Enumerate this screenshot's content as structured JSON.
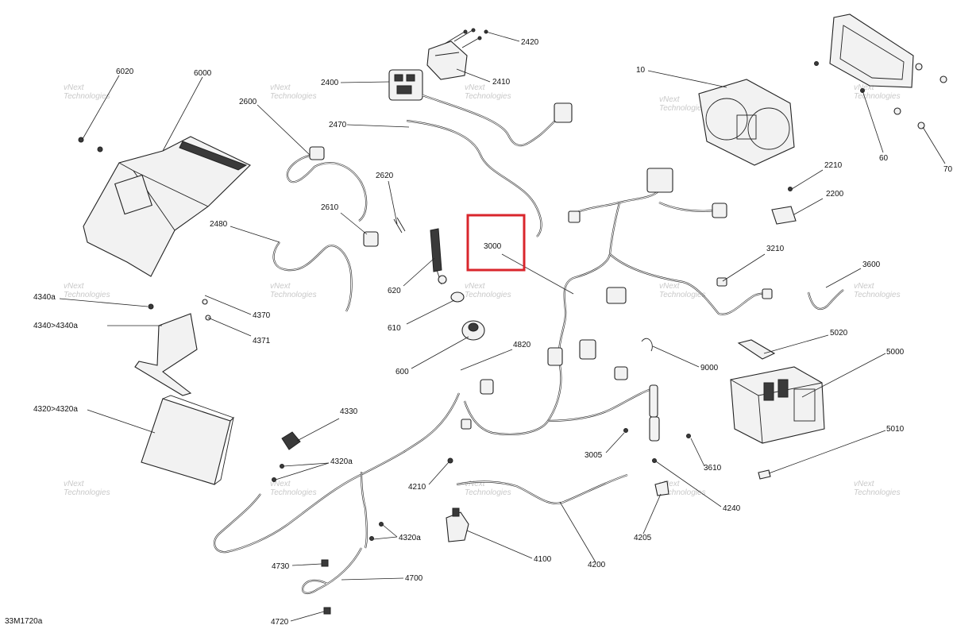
{
  "diagram_code": "33M1720a",
  "watermark_line1": "vNext",
  "watermark_line2": "Technologies",
  "highlight_label": "3000",
  "colors": {
    "highlight": "#d9262c",
    "ink": "#222222",
    "watermark": "#c9c9c9"
  },
  "labels": [
    "6020",
    "6000",
    "2600",
    "2470",
    "2400",
    "2410",
    "2420",
    "10",
    "60",
    "70",
    "2620",
    "2610",
    "2480",
    "3000",
    "620",
    "610",
    "600",
    "2210",
    "2200",
    "3210",
    "3600",
    "4340a",
    "4340>4340a",
    "4370",
    "4371",
    "4820",
    "9000",
    "5020",
    "5000",
    "4320>4320a",
    "4330",
    "4320a",
    "4210",
    "3005",
    "3610",
    "5010",
    "4240",
    "4205",
    "4320a",
    "4730",
    "4700",
    "4720",
    "4100",
    "4200"
  ]
}
